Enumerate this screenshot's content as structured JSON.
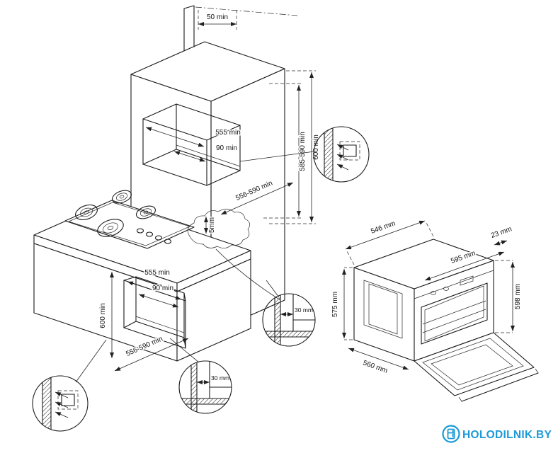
{
  "diagram": {
    "cabinet": {
      "top_clearance": "50 min",
      "column_height": "600 min",
      "column_niche_height": "585-590 min",
      "upper_niche_width": "555 min",
      "upper_niche_vent": "90 min",
      "upper_niche_depth": "556-590 min",
      "hob_rear_gap": "5mm",
      "lower_niche_width": "555 min",
      "lower_niche_vent": "90 min",
      "base_height": "600 min",
      "base_depth": "556-590 min",
      "wall_gap_side": "30 mm",
      "wall_gap_bottom": "30 mm"
    },
    "oven": {
      "body_depth": "546 mm",
      "front_overhang": "23 mm",
      "width": "595 mm",
      "height_front": "598 mm",
      "height_side": "575 mm",
      "bottom_depth": "560 mm"
    }
  },
  "branding": {
    "site": "HOLODILNIK.BY",
    "color": "#1b9ad6"
  }
}
